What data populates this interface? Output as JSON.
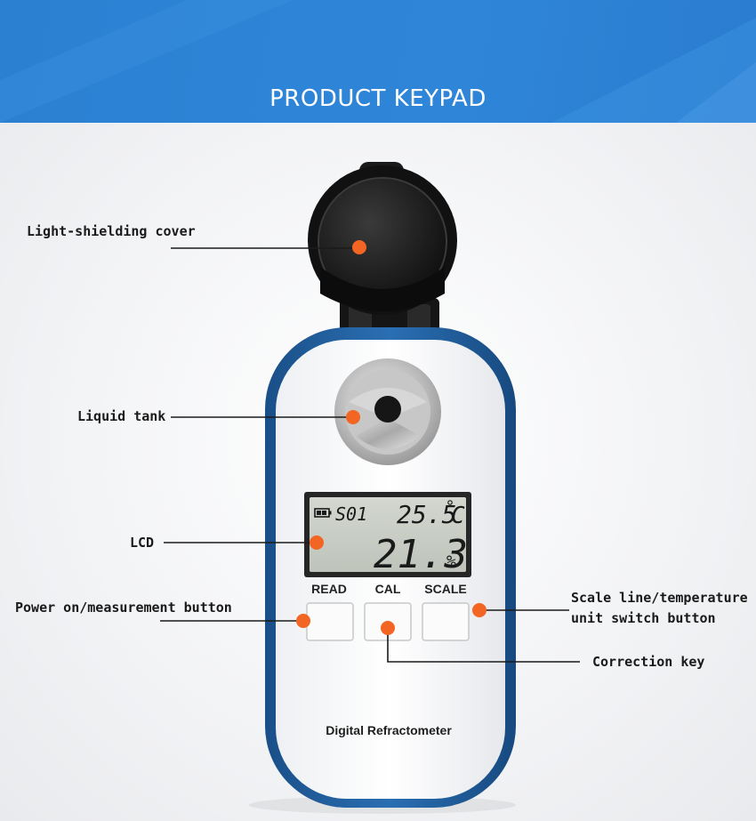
{
  "header": {
    "title": "PRODUCT KEYPAD"
  },
  "device": {
    "brand_label": "Digital Refractometer",
    "buttons": [
      {
        "key": "read",
        "label": "READ"
      },
      {
        "key": "cal",
        "label": "CAL"
      },
      {
        "key": "scale",
        "label": "SCALE"
      }
    ],
    "lcd": {
      "mode": "S01",
      "temperature": "25.5",
      "temperature_unit": "C",
      "reading": "21.3",
      "reading_unit": "%"
    }
  },
  "callouts": {
    "cover": "Light-shielding cover",
    "tank": "Liquid tank",
    "lcd": "LCD",
    "power": "Power on/measurement button",
    "scale_line1": "Scale line/temperature",
    "scale_line2": "unit switch button",
    "correction": "Correction key"
  },
  "colors": {
    "banner": "#2f86d8",
    "marker": "#f26522",
    "body_frame": "#1f5f9e",
    "lcd_bg": "#c9cec6"
  }
}
